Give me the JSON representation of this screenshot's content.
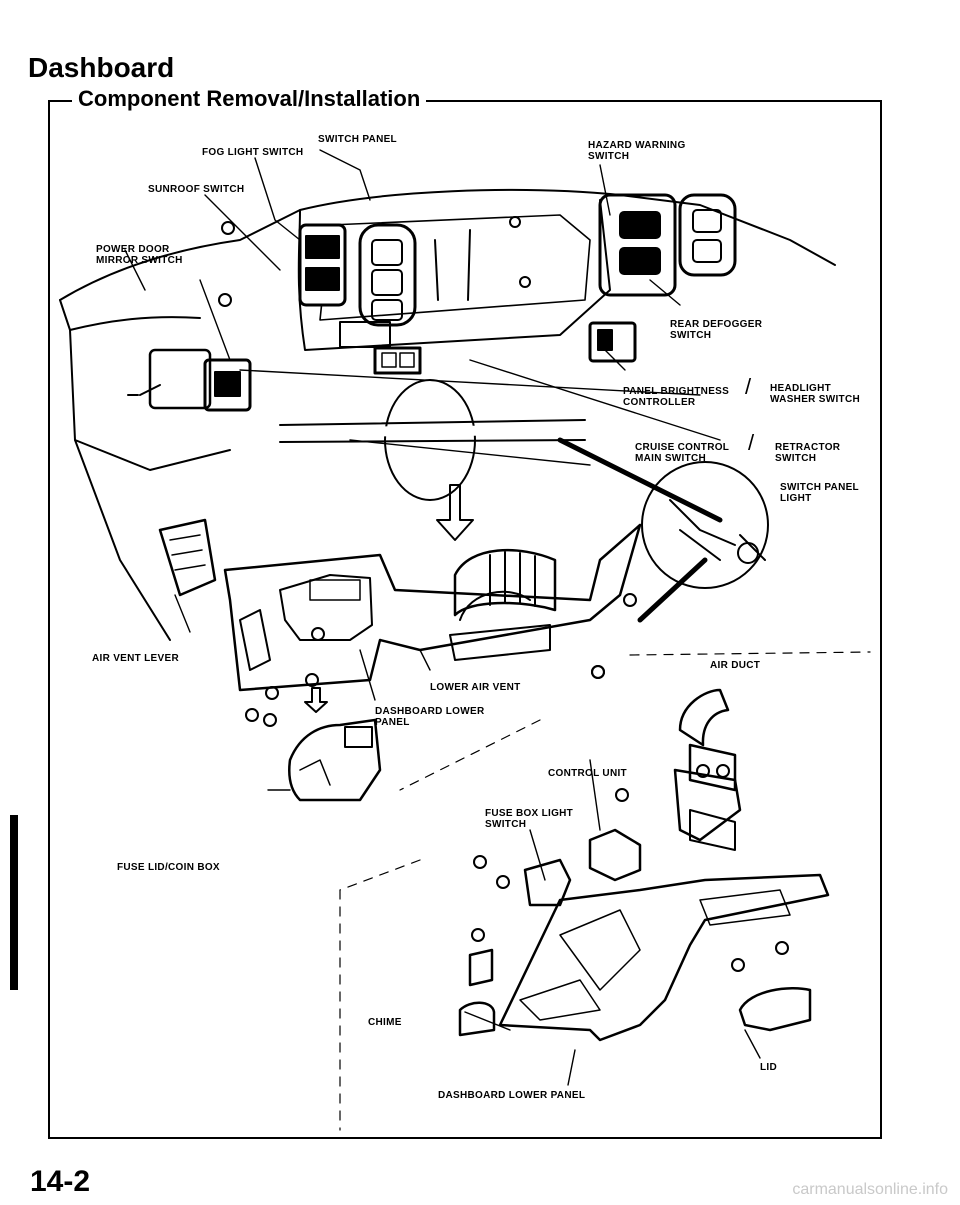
{
  "page": {
    "title": "Dashboard",
    "subtitle": "Component Removal/Installation",
    "page_number": "14-2",
    "watermark": "carmanualsonline.info"
  },
  "labels": {
    "switch_panel": "SWITCH PANEL",
    "fog_light_switch": "FOG LIGHT SWITCH",
    "hazard_warning_switch": "HAZARD WARNING\nSWITCH",
    "sunroof_switch": "SUNROOF SWITCH",
    "power_door_mirror_switch": "POWER DOOR\nMIRROR SWITCH",
    "rear_defogger_switch": "REAR DEFOGGER\nSWITCH",
    "panel_brightness_controller": "PANEL BRIGHTNESS\nCONTROLLER",
    "headlight_washer_switch": "HEADLIGHT\nWASHER SWITCH",
    "cruise_control_main_switch": "CRUISE CONTROL\nMAIN SWITCH",
    "retractor_switch": "RETRACTOR\nSWITCH",
    "switch_panel_light": "SWITCH PANEL\nLIGHT",
    "air_vent_lever": "AIR VENT LEVER",
    "air_duct": "AIR DUCT",
    "lower_air_vent": "LOWER AIR VENT",
    "dashboard_lower_panel_upper": "DASHBOARD LOWER\nPANEL",
    "control_unit": "CONTROL UNIT",
    "fuse_box_light_switch": "FUSE BOX LIGHT\nSWITCH",
    "fuse_lid_coin_box": "FUSE LID/COIN BOX",
    "chime": "CHIME",
    "lid": "LID",
    "dashboard_lower_panel_bottom": "DASHBOARD LOWER PANEL"
  }
}
